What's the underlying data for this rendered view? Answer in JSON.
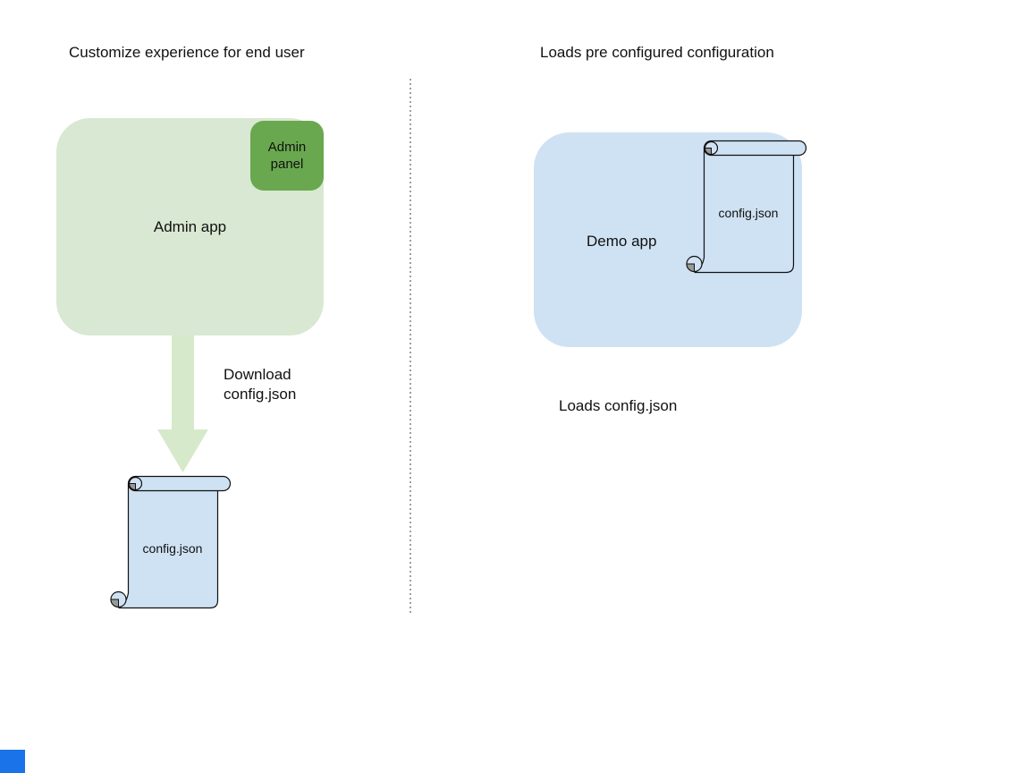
{
  "diagram": {
    "left": {
      "title": "Customize experience for end user",
      "admin_app_label": "Admin app",
      "admin_panel_label": "Admin panel",
      "arrow_label": "Download\nconfig.json",
      "file_label": "config.json"
    },
    "right": {
      "title": "Loads pre configured configuration",
      "demo_app_label": "Demo app",
      "file_label": "config.json",
      "caption": "Loads config.json"
    },
    "colors": {
      "admin_app_fill": "#d9e8d2",
      "admin_panel_fill": "#6aa84f",
      "arrow_fill": "#d7e9cb",
      "file_scroll_fill": "#cfe2f3",
      "demo_app_fill": "#cfe2f3",
      "scroll_curl_shade": "#999999",
      "divider_color": "#a0a0a0",
      "corner_square_fill": "#1a73e8",
      "text_color": "#111111"
    }
  }
}
